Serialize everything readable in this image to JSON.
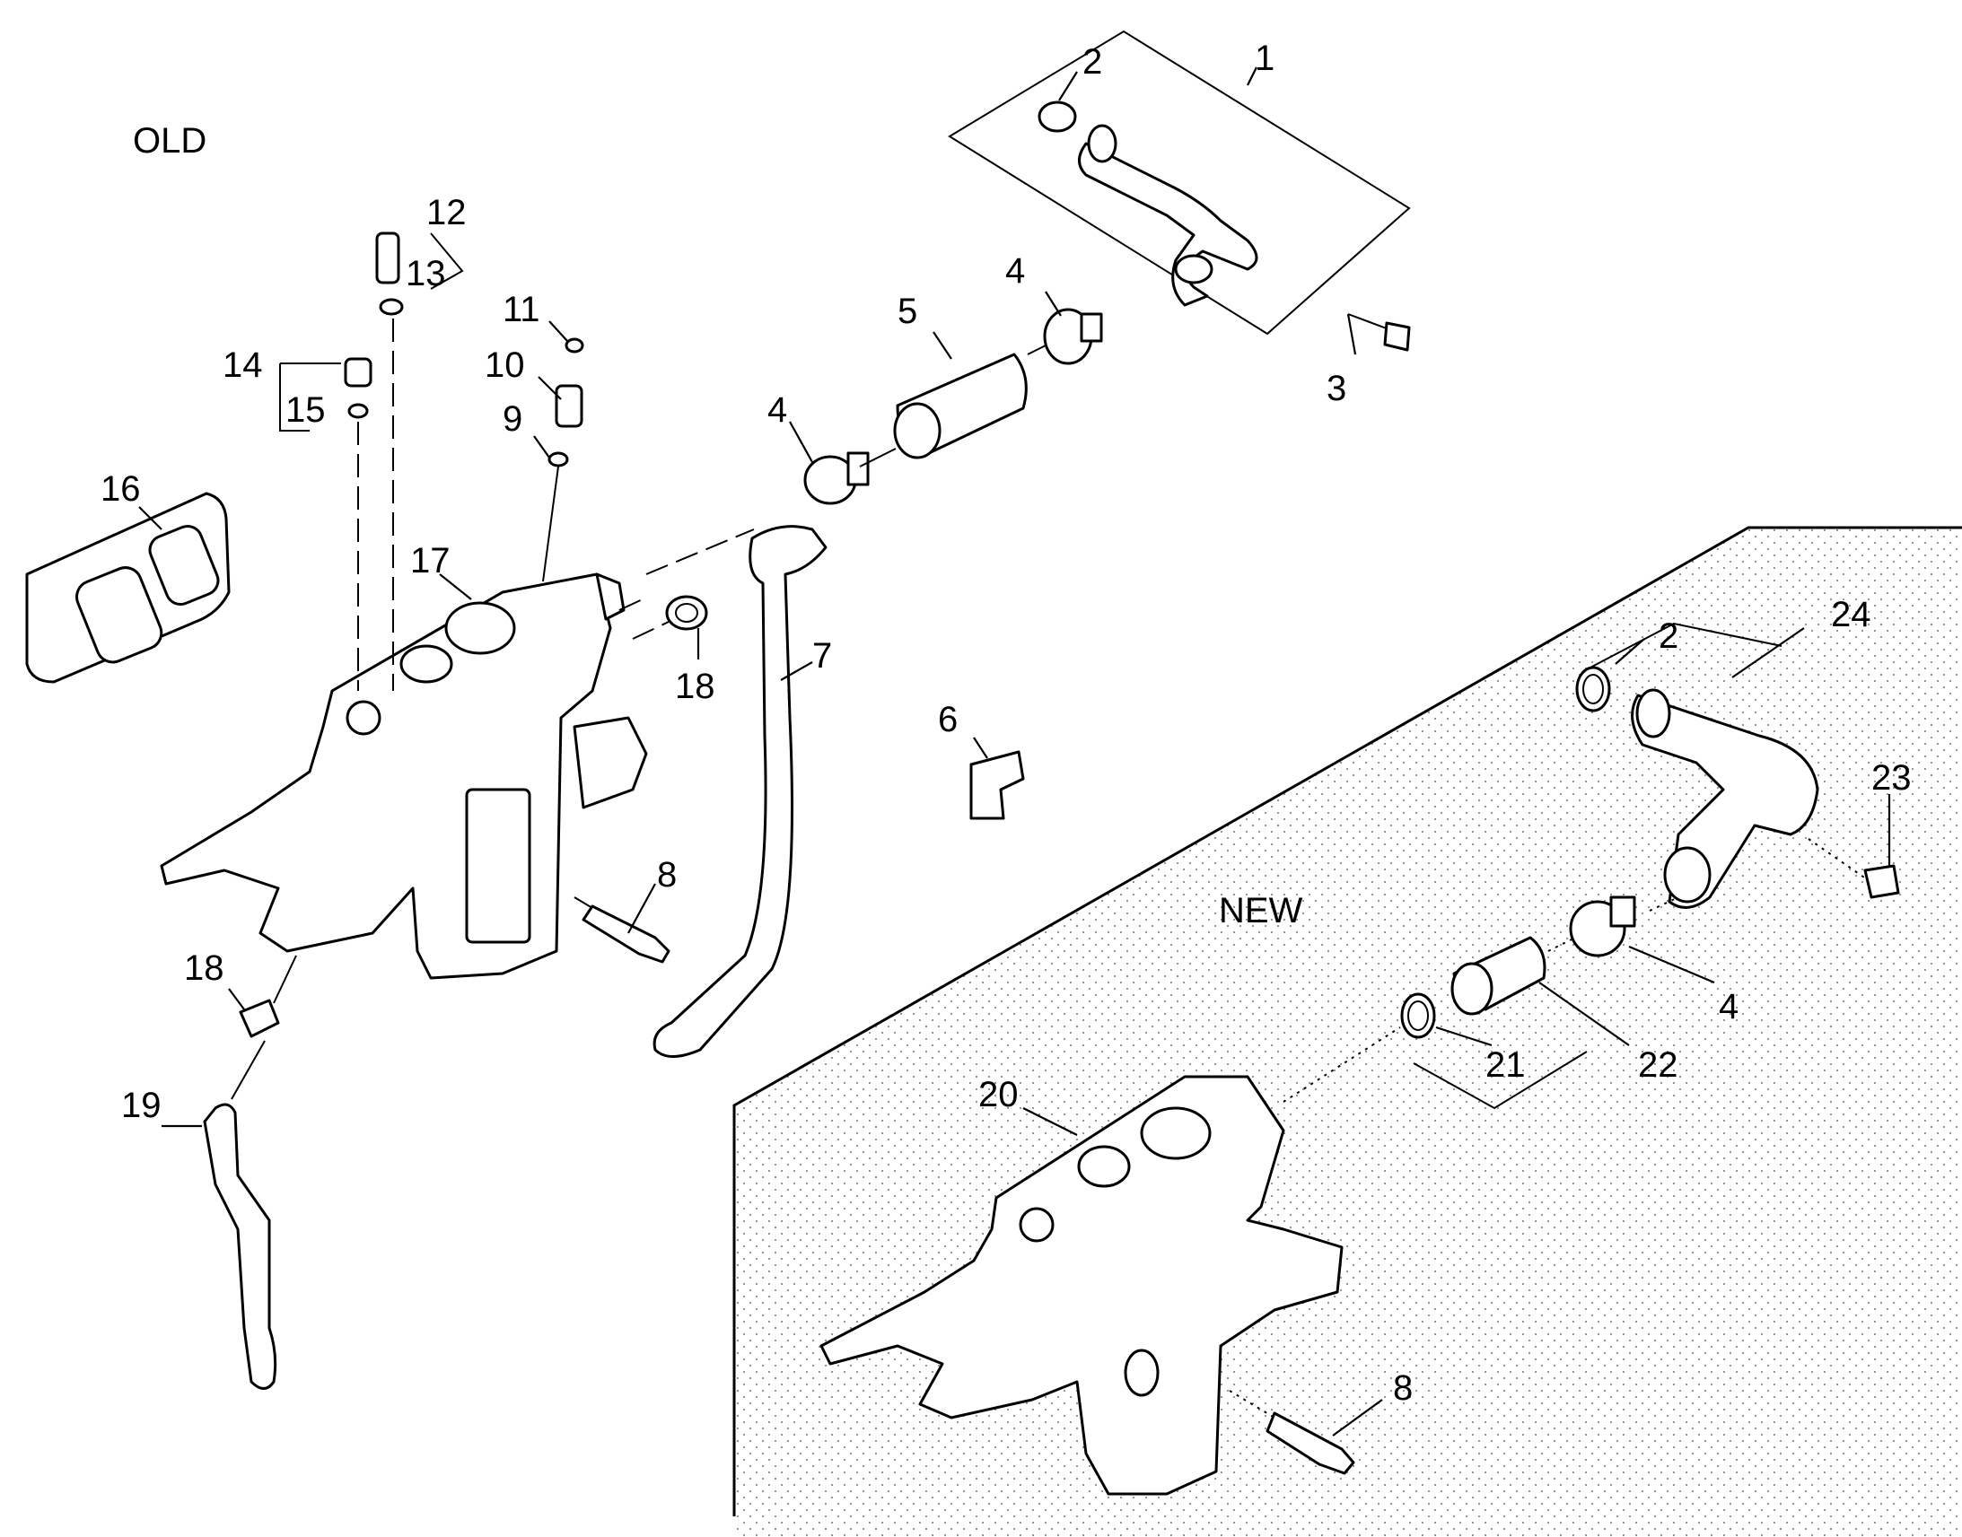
{
  "sections": {
    "old": "OLD",
    "new": "NEW"
  },
  "callouts_old": [
    "1",
    "2",
    "3",
    "4",
    "5",
    "4",
    "6",
    "7",
    "8",
    "9",
    "10",
    "11",
    "12",
    "13",
    "14",
    "15",
    "16",
    "17",
    "18",
    "18",
    "19"
  ],
  "callouts_new": [
    "2",
    "24",
    "23",
    "4",
    "22",
    "21",
    "20",
    "8"
  ]
}
